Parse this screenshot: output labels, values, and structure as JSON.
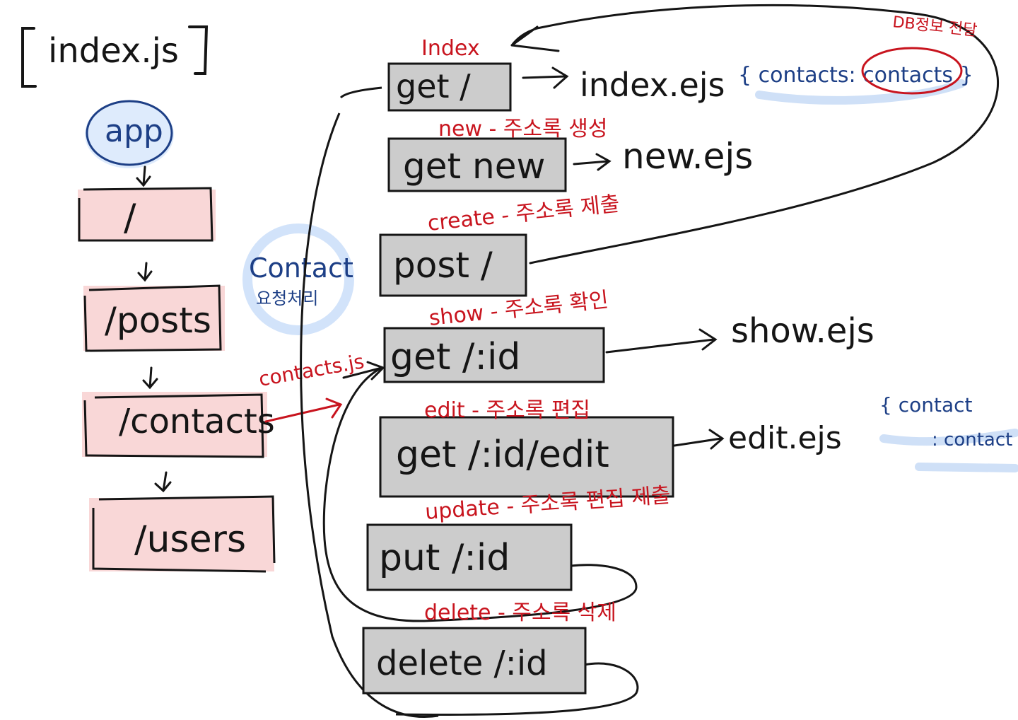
{
  "file_title": "[ index.js ]",
  "app_label": "app",
  "app_routes": [
    "/",
    "/posts",
    "/contacts",
    "/users"
  ],
  "contact_bubble": [
    "Contact",
    "요청처리"
  ],
  "contacts_file_label": "contacts.js",
  "db_note": "DB정보 전달",
  "routes": [
    {
      "method": "get /",
      "action": "Index",
      "view": "index.ejs",
      "param_note": "{ contacts: contacts }"
    },
    {
      "method": "get new",
      "action": "new - 주소록 생성",
      "view": "new.ejs"
    },
    {
      "method": "post /",
      "action": "create - 주소록 제출"
    },
    {
      "method": "get /:id",
      "action": "show - 주소록 확인",
      "view": "show.ejs"
    },
    {
      "method": "get /:id/edit",
      "action": "edit - 주소록 편집",
      "view": "edit.ejs",
      "param_note_1": "{ contact",
      "param_note_2": ": contact }"
    },
    {
      "method": "put /:id",
      "action": "update - 주소록 편집 제출"
    },
    {
      "method": "delete /:id",
      "action": "delete - 주소록 삭제"
    }
  ],
  "colors": {
    "ink": "#151515",
    "red_ink": "#c8141e",
    "blue_ink": "#1d3f86",
    "pink_fill": "#f9d7d7",
    "gray_fill": "#cccccc",
    "blue_highlight": "#cfe0f7"
  }
}
